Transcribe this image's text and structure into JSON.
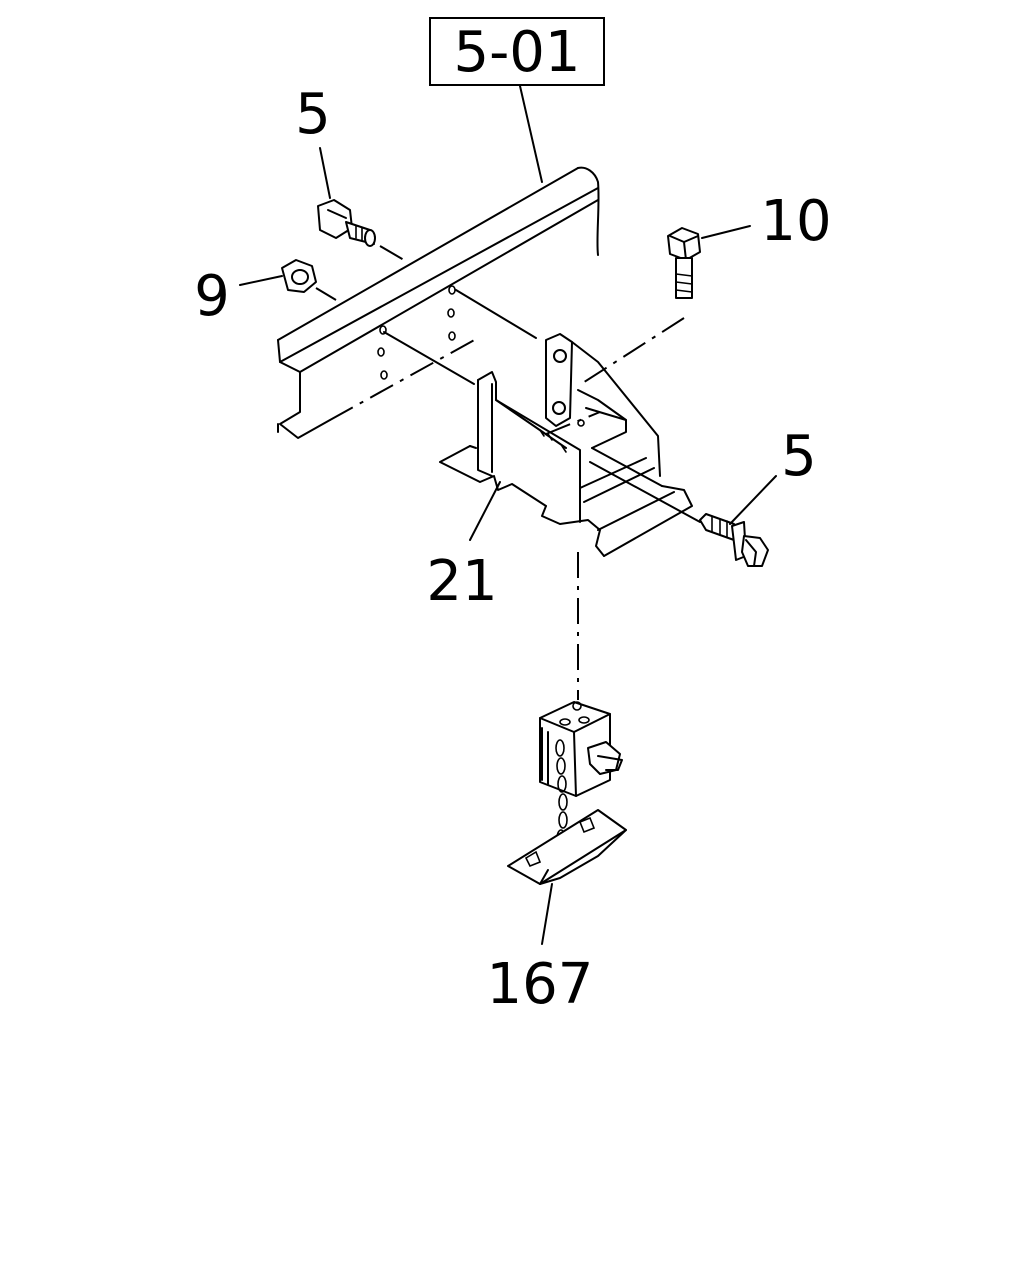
{
  "reference_label": "5-01",
  "callouts": {
    "bolt_top_left": "5",
    "nut": "9",
    "bolt_top_right": "10",
    "bolt_right": "5",
    "bracket": "21",
    "hitch_block": "167"
  },
  "colors": {
    "line": "#000000",
    "background": "#ffffff"
  }
}
